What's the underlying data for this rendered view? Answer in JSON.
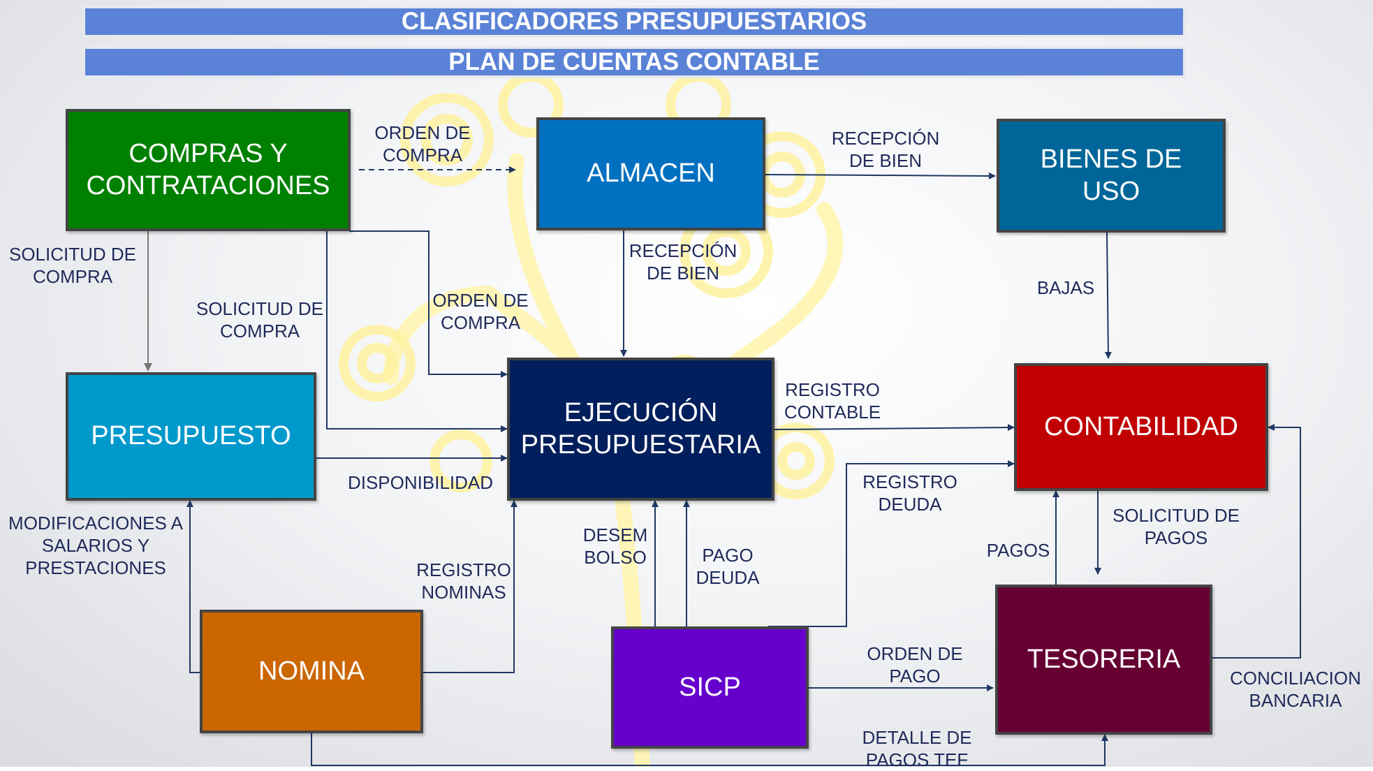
{
  "banners": {
    "top": "CLASIFICADORES PRESUPUESTARIOS",
    "second": "PLAN DE CUENTAS CONTABLE"
  },
  "nodes": {
    "compras": "COMPRAS Y\nCONTRATACIONES",
    "almacen": "ALMACEN",
    "bienes": "BIENES DE\nUSO",
    "presupuesto": "PRESUPUESTO",
    "ejecucion": "EJECUCIÓN\nPRESUPUESTARIA",
    "contabilidad": "CONTABILIDAD",
    "nomina": "NOMINA",
    "sicp": "SICP",
    "tesoreria": "TESORERIA"
  },
  "edges": {
    "orden_compra_top": "ORDEN DE\nCOMPRA",
    "recepcion_bien_top": "RECEPCIÓN\nDE BIEN",
    "solicitud_compra_left": "SOLICITUD DE\nCOMPRA",
    "recepcion_bien_mid": "RECEPCIÓN\nDE BIEN",
    "bajas": "BAJAS",
    "solicitud_compra_mid": "SOLICITUD DE\nCOMPRA",
    "orden_compra_mid": "ORDEN DE\nCOMPRA",
    "registro_contable": "REGISTRO\nCONTABLE",
    "disponibilidad": "DISPONIBILIDAD",
    "registro_deuda": "REGISTRO\nDEUDA",
    "solicitud_pagos": "SOLICITUD DE\nPAGOS",
    "modificaciones": "MODIFICACIONES A\nSALARIOS Y\nPRESTACIONES",
    "desembolso": "DESEM\nBOLSO",
    "pago_deuda": "PAGO\nDEUDA",
    "pagos": "PAGOS",
    "registro_nominas": "REGISTRO\nNOMINAS",
    "orden_pago": "ORDEN DE\nPAGO",
    "conciliacion": "CONCILIACION\nBANCARIA",
    "detalle_pagos": "DETALLE DE\nPAGOS TEF"
  },
  "colors": {
    "compras": "#008000",
    "almacen": "#0070c0",
    "bienes": "#006699",
    "presupuesto": "#0099cc",
    "ejecucion": "#001f5c",
    "contabilidad": "#c00000",
    "nomina": "#cc6600",
    "sicp": "#6600cc",
    "tesoreria": "#660033",
    "banner": "#5a82d6",
    "connector": "#1f3864",
    "label": "#1f2a5a",
    "tree": "#fff5b0"
  }
}
